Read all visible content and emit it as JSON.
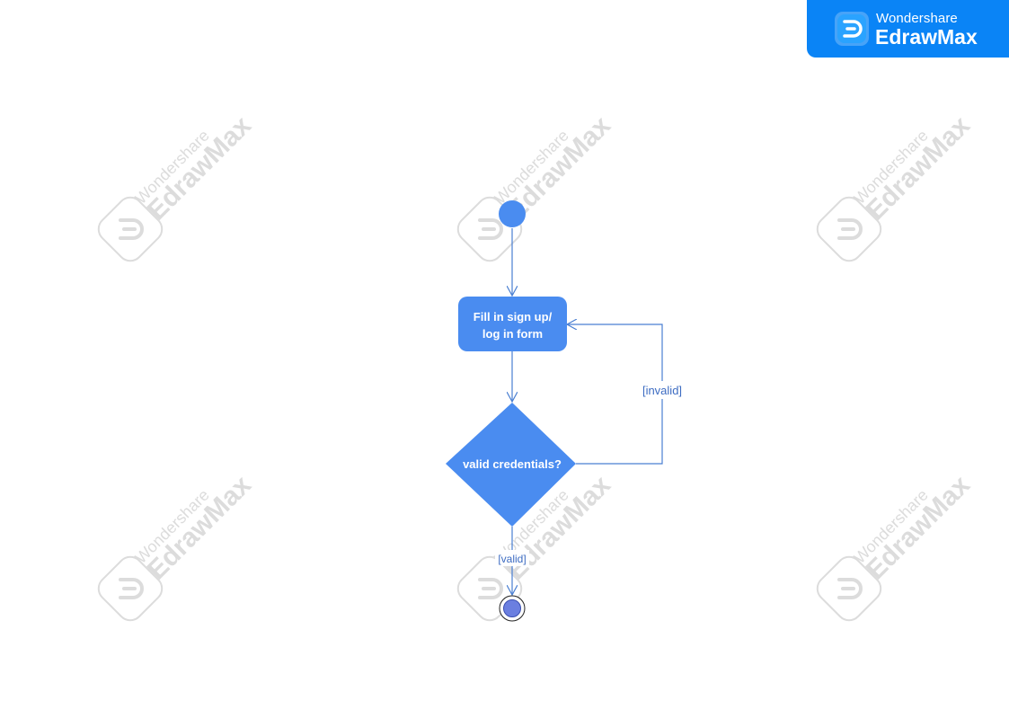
{
  "brand": {
    "vendor": "Wondershare",
    "product": "EdrawMax",
    "badge_color": "#0a84f6"
  },
  "watermark": {
    "vendor": "Wondershare",
    "product": "EdrawMax"
  },
  "diagram": {
    "type": "uml-activity",
    "nodes": {
      "start": {
        "kind": "initial-node"
      },
      "form": {
        "kind": "action",
        "label_line1": "Fill in sign up/",
        "label_line2": "log in form"
      },
      "decision": {
        "kind": "decision",
        "label": "valid credentials?"
      },
      "end": {
        "kind": "final-node"
      }
    },
    "edges": {
      "start_to_form": {
        "from": "start",
        "to": "form"
      },
      "form_to_decision": {
        "from": "form",
        "to": "decision"
      },
      "decision_to_form": {
        "from": "decision",
        "to": "form",
        "guard": "[invalid]"
      },
      "decision_to_end": {
        "from": "decision",
        "to": "end",
        "guard": "[valid]"
      }
    },
    "colors": {
      "node_fill": "#4a8cf0",
      "line": "#4a7fd2",
      "guard_text": "#3d6cc2",
      "final_inner": "#6b7fe0"
    }
  }
}
